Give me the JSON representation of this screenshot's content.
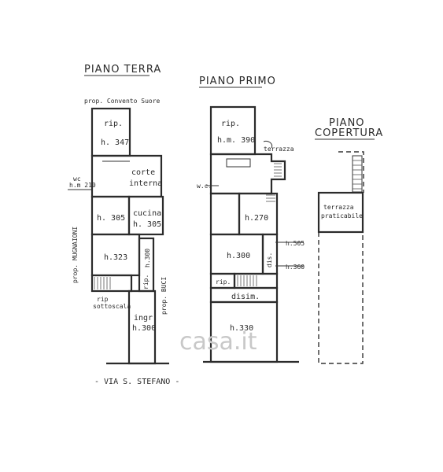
{
  "titles": {
    "ground_floor": "PIANO TERRA",
    "first_floor": "PIANO PRIMO",
    "roof_line1": "PIANO",
    "roof_line2": "COPERTURA"
  },
  "ground_floor": {
    "neighbor_top": "prop. Convento Suore",
    "neighbor_left": "prop. MUGNAIONI",
    "neighbor_right": "prop. BUCI",
    "rip_top": "rip.",
    "rip_top_height": "h. 347",
    "wc": "wc",
    "wc_height": "h.m 210",
    "corte_line1": "corte",
    "corte_line2": "interna",
    "room_a_height": "h. 305",
    "cucina": "cucina",
    "cucina_height": "h. 305",
    "room_b_height": "h.323",
    "rip_side": "rip.",
    "rip_side_height": "h.300",
    "rip_sotto_line1": "rip",
    "rip_sotto_line2": "sottoscala",
    "ingr": "ingr.",
    "ingr_height": "h.300",
    "street": "- VIA  S. STEFANO  -"
  },
  "first_floor": {
    "rip": "rip.",
    "rip_height": "h.m. 390",
    "terrazza": "terrazza",
    "wc": "w.c.",
    "room_a_height": "h.270",
    "room_b_height": "h.300",
    "dis": "dis.",
    "rip_small": "rip.",
    "h505": "h.505",
    "h360": "h.360",
    "disimp": "disim.",
    "room_c_height": "h.330"
  },
  "roof": {
    "terrazza_line1": "terrazza",
    "terrazza_line2": "praticabile"
  },
  "watermark": "casa.it"
}
